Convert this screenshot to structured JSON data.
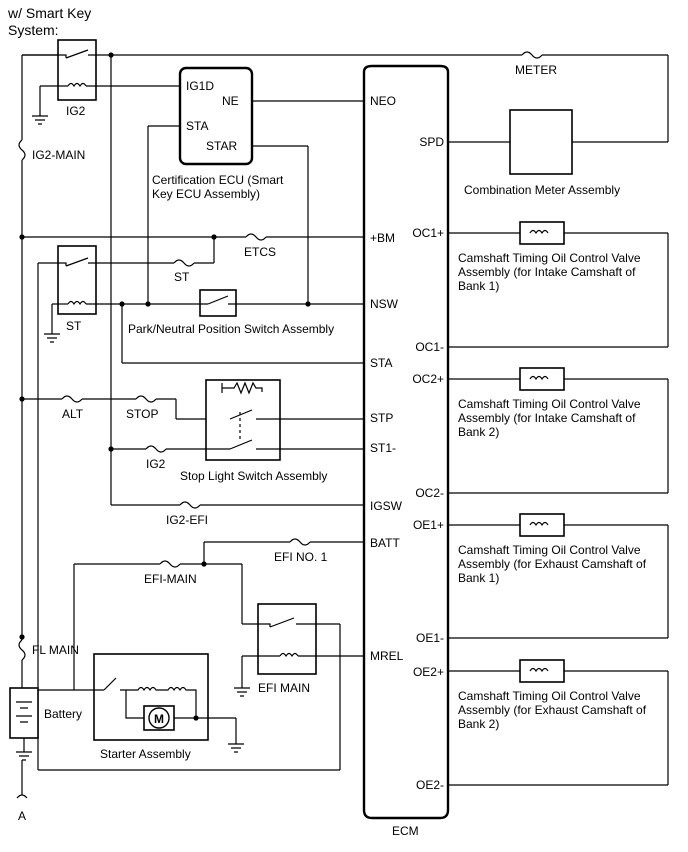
{
  "header": {
    "line1": "w/ Smart Key",
    "line2": "System:"
  },
  "ecm": {
    "label": "ECM",
    "pins_left": [
      "NEO",
      "+BM",
      "NSW",
      "STA",
      "STP",
      "ST1-",
      "IGSW",
      "BATT",
      "MREL"
    ],
    "pins_right": [
      "SPD",
      "OC1+",
      "OC1-",
      "OC2+",
      "OC2-",
      "OE1+",
      "OE1-",
      "OE2+",
      "OE2-"
    ]
  },
  "cert_ecu": {
    "pin_ig1d": "IG1D",
    "pin_ne": "NE",
    "pin_sta": "STA",
    "pin_star": "STAR",
    "caption1": "Certification ECU (Smart",
    "caption2": "Key ECU Assembly)"
  },
  "relays": {
    "ig2": "IG2",
    "st": "ST",
    "efi_main": "EFI MAIN"
  },
  "fuses": {
    "meter": "METER",
    "ig2_main": "IG2-MAIN",
    "etcs": "ETCS",
    "st": "ST",
    "alt": "ALT",
    "stop": "STOP",
    "ig2": "IG2",
    "ig2_efi": "IG2-EFI",
    "efi_no1": "EFI NO. 1",
    "efi_main": "EFI-MAIN",
    "fl_main": "FL MAIN"
  },
  "components": {
    "meter": "Combination Meter Assembly",
    "pnp": "Park/Neutral Position Switch Assembly",
    "stop_light": "Stop Light Switch Assembly",
    "battery": "Battery",
    "starter": "Starter Assembly",
    "starter_motor": "M"
  },
  "valves": [
    {
      "line1": "Camshaft Timing Oil Control Valve",
      "line2": "Assembly (for Intake Camshaft of",
      "line3": "Bank 1)"
    },
    {
      "line1": "Camshaft Timing Oil Control Valve",
      "line2": "Assembly (for Intake Camshaft of",
      "line3": "Bank 2)"
    },
    {
      "line1": "Camshaft Timing Oil Control Valve",
      "line2": "Assembly (for Exhaust Camshaft of",
      "line3": "Bank 1)"
    },
    {
      "line1": "Camshaft Timing Oil Control Valve",
      "line2": "Assembly (for Exhaust Camshaft of",
      "line3": "Bank 2)"
    }
  ],
  "connector": "A"
}
